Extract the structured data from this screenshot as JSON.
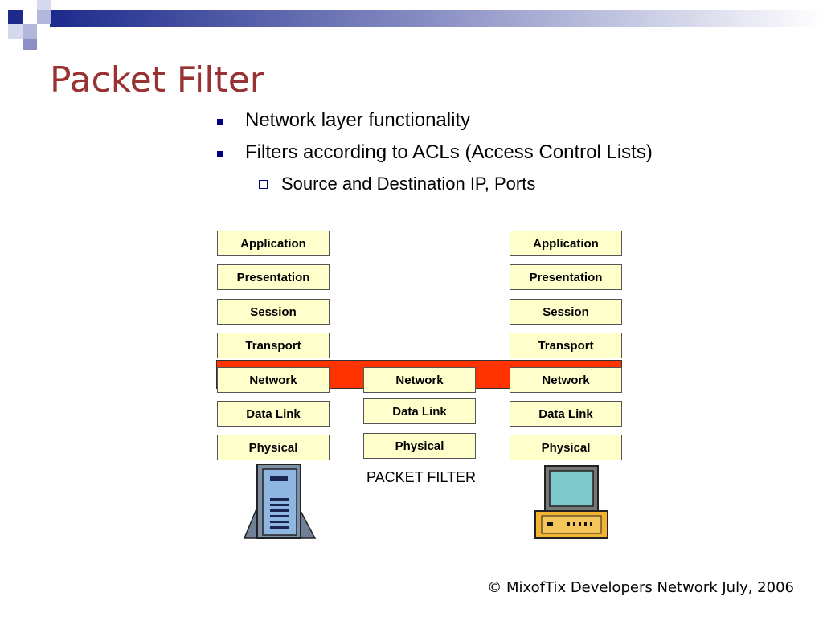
{
  "title": "Packet Filter",
  "bullets": [
    "Network layer functionality",
    "Filters according to ACLs (Access Control Lists)"
  ],
  "sub_bullet": "Source and Destination IP, Ports",
  "left_stack": [
    "Application",
    "Presentation",
    "Session",
    "Transport",
    "Network",
    "Data Link",
    "Physical"
  ],
  "middle_stack": [
    "Network",
    "Data Link",
    "Physical"
  ],
  "right_stack": [
    "Application",
    "Presentation",
    "Session",
    "Transport",
    "Network",
    "Data Link",
    "Physical"
  ],
  "packet_filter_label": "PACKET FILTER",
  "footer": "© MixofTix Developers Network July, 2006",
  "icons": {
    "left": "server-tower-icon",
    "right": "desktop-computer-icon"
  },
  "colors": {
    "title": "#993333",
    "bullet": "#000080",
    "layer_fill": "#ffffcc",
    "network_band": "#ff3300"
  }
}
